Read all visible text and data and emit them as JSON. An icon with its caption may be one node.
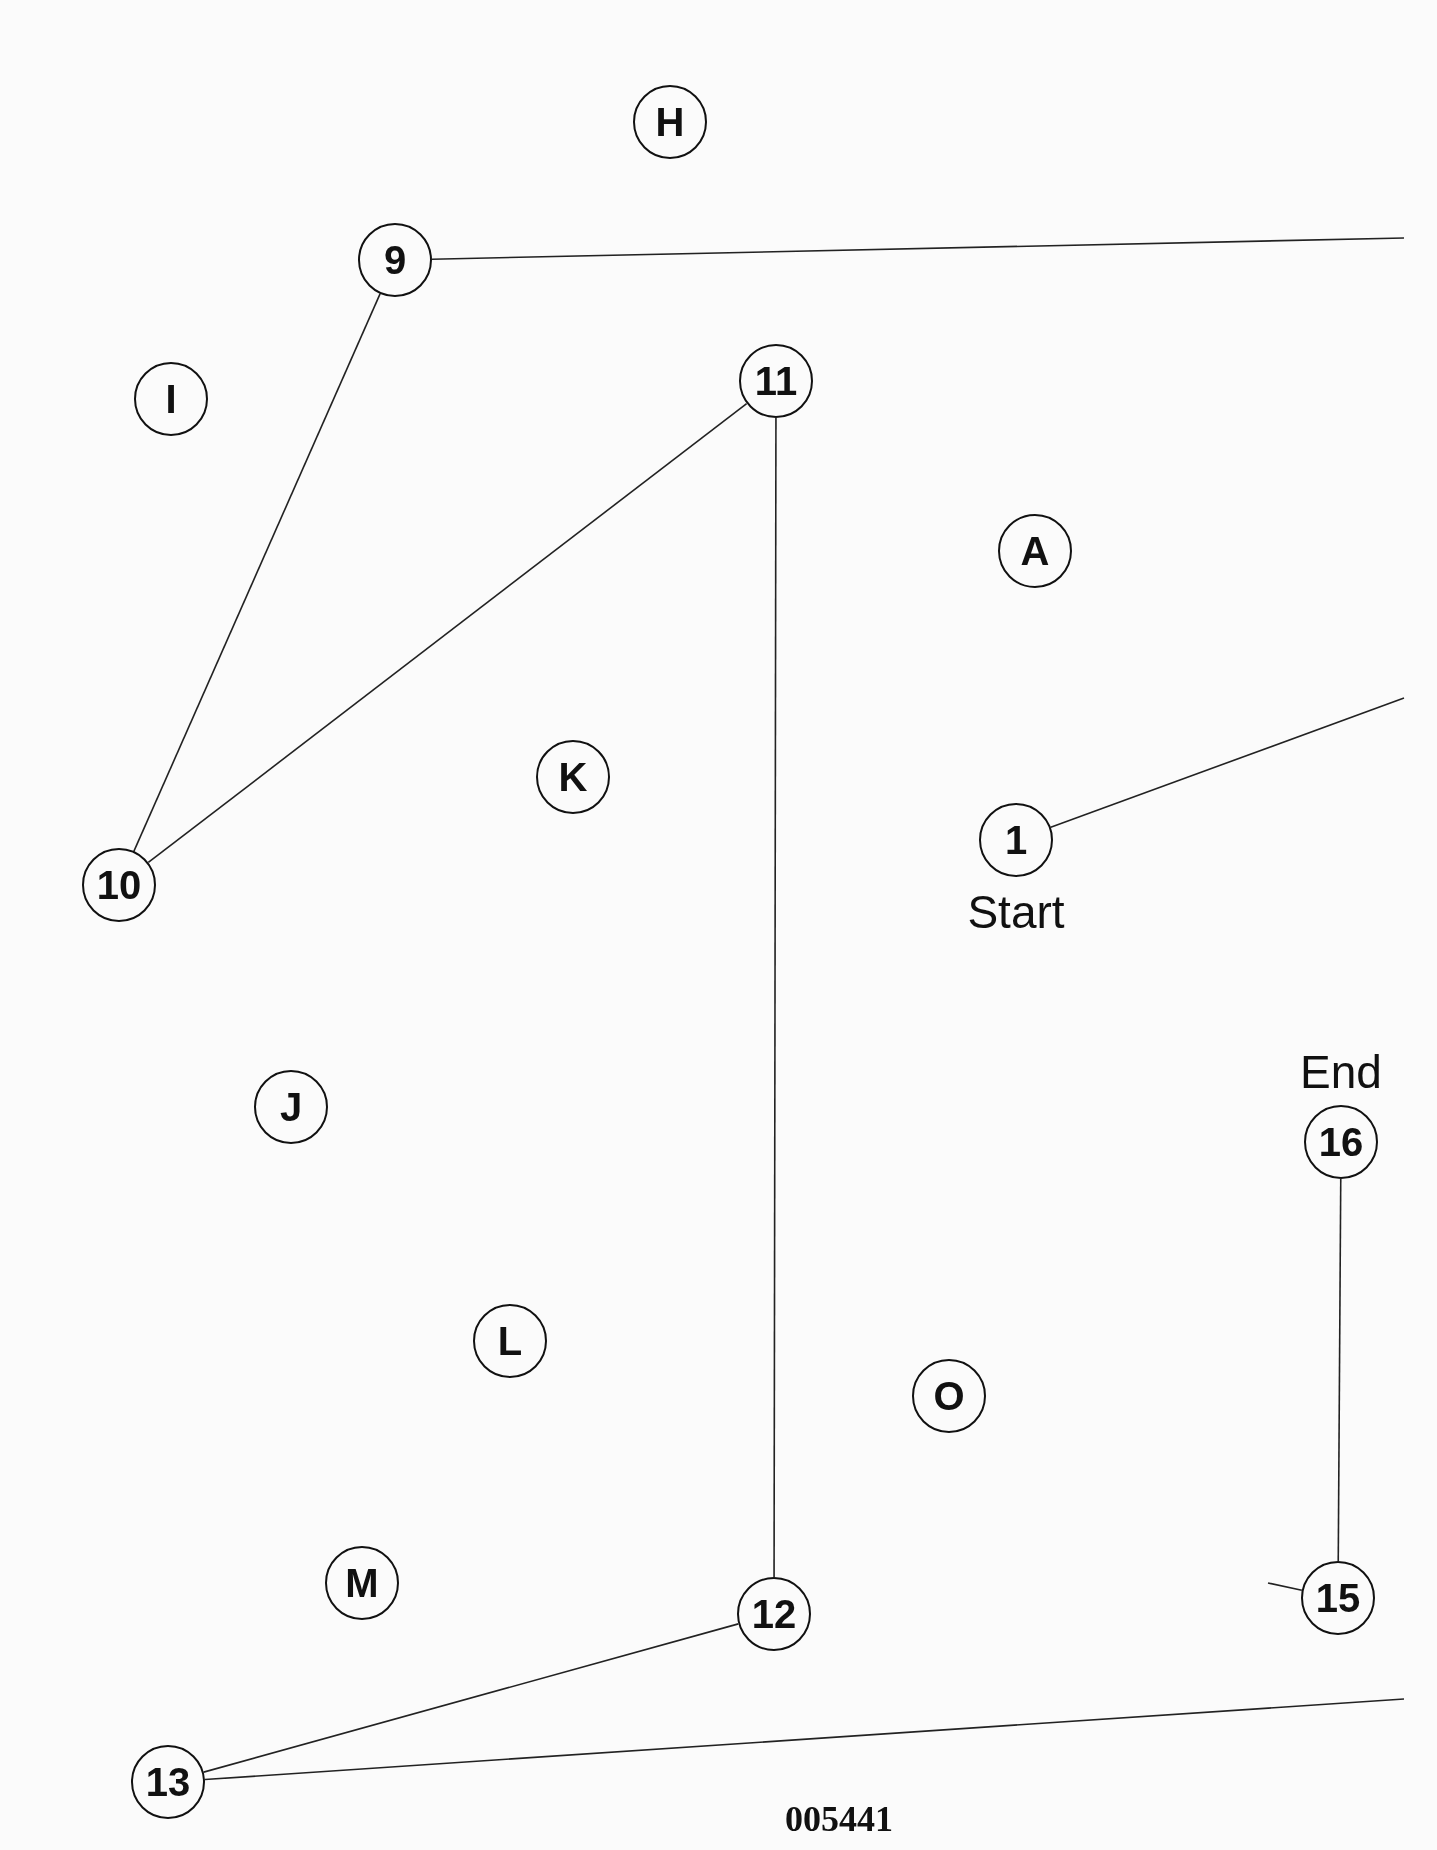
{
  "diagram": {
    "nodes": [
      {
        "text": [
          "H"
        ]
      },
      {
        "text": [
          "9"
        ]
      },
      {
        "text": [
          "I"
        ]
      },
      {
        "text": [
          "11"
        ]
      },
      {
        "text": [
          "A"
        ]
      },
      {
        "text": [
          "K"
        ]
      },
      {
        "text": [
          "1"
        ],
        "beside": [
          "Start"
        ]
      },
      {
        "text": [
          "10"
        ]
      },
      {
        "text": [
          "J"
        ]
      },
      {
        "text": [
          "16"
        ],
        "beside": [
          "End"
        ]
      },
      {
        "text": [
          "L"
        ]
      },
      {
        "text": [
          "O"
        ]
      },
      {
        "text": [
          "M"
        ]
      },
      {
        "text": [
          "15"
        ]
      },
      {
        "text": [
          "12"
        ]
      },
      {
        "text": [
          "13"
        ]
      }
    ],
    "edges": [
      {
        "from": 6,
        "to": null,
        "arrow": "none"
      },
      {
        "from": 1,
        "to": null,
        "arrow": "none"
      },
      {
        "from": 1,
        "to": 7,
        "arrow": "none"
      },
      {
        "from": 7,
        "to": 3,
        "arrow": "none"
      },
      {
        "from": 3,
        "to": 14,
        "arrow": "none"
      },
      {
        "from": 14,
        "to": 15,
        "arrow": "none"
      },
      {
        "from": 15,
        "to": null,
        "arrow": "none"
      },
      {
        "from": null,
        "to": 13,
        "arrow": "none"
      },
      {
        "from": 13,
        "to": 9,
        "arrow": "none"
      }
    ],
    "labels": [
      "005441"
    ]
  }
}
